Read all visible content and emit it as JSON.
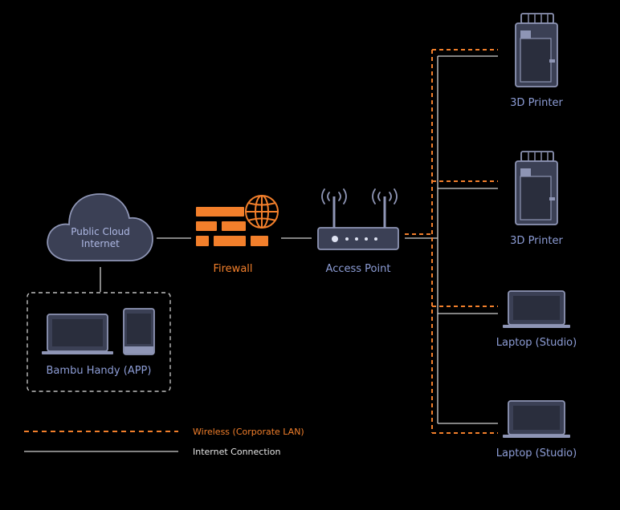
{
  "colors": {
    "background": "#000000",
    "device_stroke": "#8e95b5",
    "device_fill": "#3b4055",
    "device_screen": "#2a2e3d",
    "label_blue": "#8d9dd6",
    "orange": "#f27f2b",
    "wire": "#cfcfcf"
  },
  "nodes": {
    "cloud": {
      "line1": "Public Cloud",
      "line2": "Internet",
      "icon": "cloud-icon"
    },
    "firewall": {
      "label": "Firewall",
      "icon": "firewall-icon"
    },
    "access_point": {
      "label": "Access Point",
      "icon": "router-icon"
    },
    "app_group": {
      "label": "Bambu Handy (APP)",
      "icons": [
        "laptop-icon",
        "tablet-icon"
      ]
    },
    "devices": [
      {
        "label": "3D Printer",
        "icon": "printer-icon"
      },
      {
        "label": "3D Printer",
        "icon": "printer-icon"
      },
      {
        "label": "Laptop (Studio)",
        "icon": "laptop-icon"
      },
      {
        "label": "Laptop (Studio)",
        "icon": "laptop-icon"
      }
    ]
  },
  "legend": [
    {
      "label": "Wireless (Corporate LAN)",
      "style": "dashed-orange"
    },
    {
      "label": "Internet Connection",
      "style": "solid-gray"
    }
  ]
}
